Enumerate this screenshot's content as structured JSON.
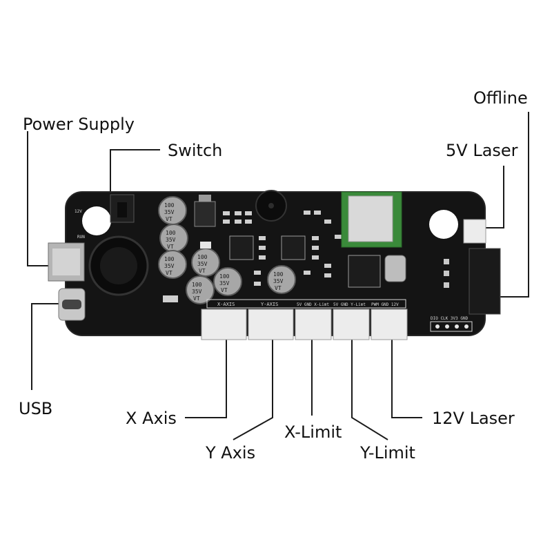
{
  "callouts": {
    "offline": "Offline",
    "power_supply": "Power Supply",
    "switch": "Switch",
    "laser_5v": "5V Laser",
    "usb": "USB",
    "x_axis": "X Axis",
    "y_axis": "Y Axis",
    "x_limit": "X-Limit",
    "y_limit": "Y-Limit",
    "laser_12v": "12V Laser"
  },
  "silkscreen": {
    "x_axis": "X-AXIS",
    "y_axis": "Y-AXIS",
    "x_limit": "5V GND X-Limt",
    "y_limit": "5V GND Y-Limt",
    "laser": "PWM GND 12V",
    "debug": "DIO CLK 3V3 GND",
    "led_12v": "12V",
    "led_run": "RUN",
    "cap_100": "100",
    "cap_35v": "35V",
    "cap_vt": "VT"
  },
  "colors": {
    "board": "#141414",
    "board_edge": "#262626",
    "silk": "#d8d8d8",
    "connector": "#ececec",
    "wifi_module": "#3a8a3a",
    "line": "#1a1a1a"
  }
}
